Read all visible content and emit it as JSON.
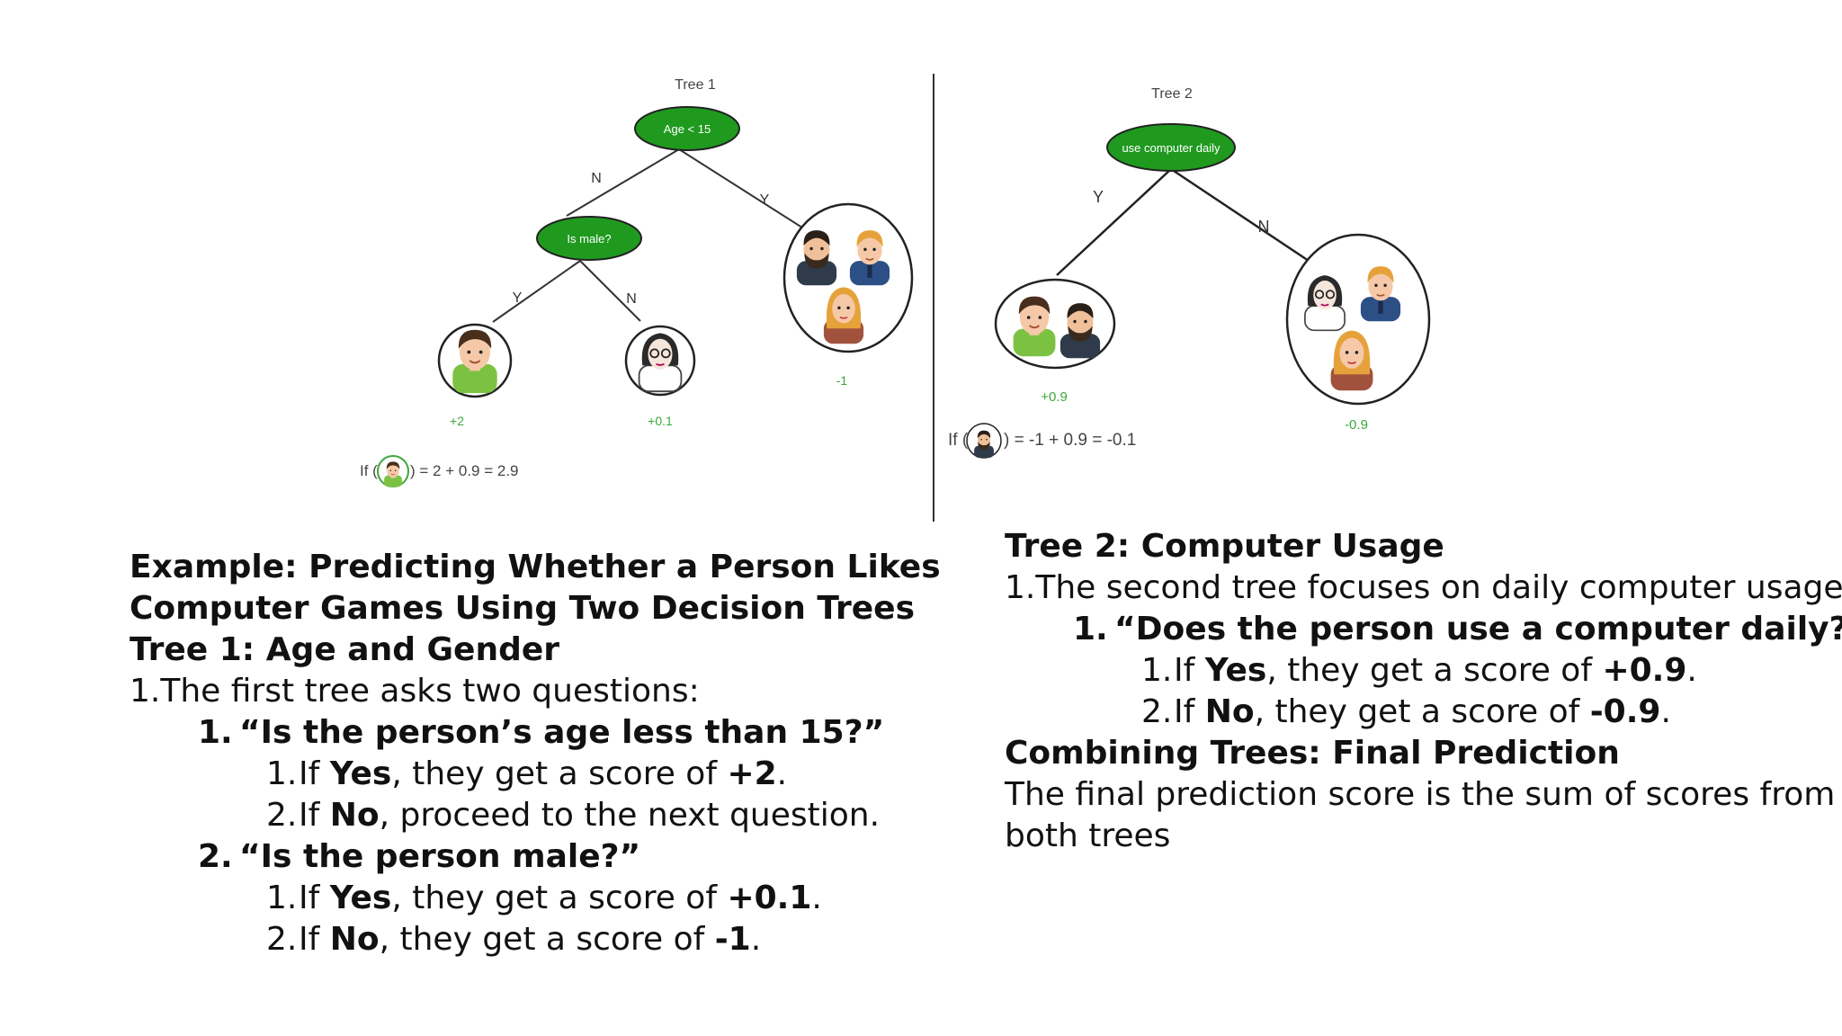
{
  "tree1": {
    "title": "Tree 1",
    "root_label": "Age < 15",
    "branch_n": "N",
    "branch_y": "Y",
    "child_label": "Is male?",
    "child_branch_y": "Y",
    "child_branch_n": "N",
    "leaf_boy_score": "+2",
    "leaf_girl_score": "+0.1",
    "leaf_group_score": "-1",
    "formula_prefix": "If (",
    "formula_suffix": ") = 2 + 0.9 = 2.9"
  },
  "tree2": {
    "title": "Tree 2",
    "root_label": "use computer daily",
    "branch_y": "Y",
    "branch_n": "N",
    "leaf_yes_score": "+0.9",
    "leaf_no_score": "-0.9",
    "formula_prefix": "If (",
    "formula_suffix": ") = -1 + 0.9 = -0.1"
  },
  "colors": {
    "node_green": "#1f9a1f",
    "score_green": "#3aa83a",
    "skin": "#f5c9a8",
    "boy_shirt": "#7cc242",
    "hair_dark": "#3a2a1e",
    "hair_blond": "#e6a23a"
  },
  "icons": [
    "boy-face-icon",
    "girl-glasses-face-icon",
    "bearded-man-face-icon",
    "blond-man-face-icon",
    "blond-woman-face-icon"
  ],
  "left_text": {
    "title_line1": "Example: Predicting Whether a Person Likes",
    "title_line2": "Computer Games Using Two Decision Trees",
    "tree1_heading": "Tree 1: Age and Gender",
    "intro_num": "1.",
    "intro": "The first tree asks two questions:",
    "q1_num": "1.",
    "q1": "“Is the person’s age less than 15?”",
    "q1_a": {
      "num": "1.",
      "pre": "If ",
      "key": "Yes",
      "mid": ", they get a score of ",
      "val": "+2",
      "end": "."
    },
    "q1_b": {
      "num": "2.",
      "pre": "If ",
      "key": "No",
      "rest": ", proceed to the next question."
    },
    "q2_num": "2.",
    "q2": "“Is the person male?”",
    "q2_a": {
      "num": "1.",
      "pre": "If ",
      "key": "Yes",
      "mid": ", they get a score of ",
      "val": "+0.1",
      "end": "."
    },
    "q2_b": {
      "num": "2.",
      "pre": "If ",
      "key": "No",
      "mid": ", they get a score of ",
      "val": "-1",
      "end": "."
    }
  },
  "right_text": {
    "tree2_heading": "Tree 2: Computer Usage",
    "intro_num": "1.",
    "intro": "The second tree focuses on daily computer usage:",
    "q_num": "1.",
    "q": "“Does the person use a computer daily?”",
    "a": {
      "num": "1.",
      "pre": "If ",
      "key": "Yes",
      "mid": ", they get a score of ",
      "val": "+0.9",
      "end": "."
    },
    "b": {
      "num": "2.",
      "pre": "If ",
      "key": "No",
      "mid": ", they get a score of ",
      "val": "-0.9",
      "end": "."
    },
    "combine_heading": "Combining Trees: Final Prediction",
    "combine_line1": "The final prediction score is the sum of scores from",
    "combine_line2": "both trees"
  }
}
